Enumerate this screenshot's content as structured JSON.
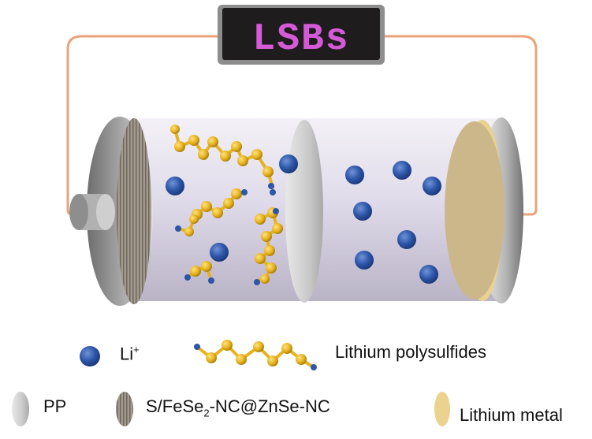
{
  "display": {
    "text": "LSBs",
    "text_color": "#d55ad8",
    "bg_color": "#1e1c1c"
  },
  "legend": {
    "li_prefix": "Li",
    "li_charge": "+",
    "polysulfides": "Lithium polysulfides",
    "pp": "PP",
    "cathode_a": "S/FeSe",
    "cathode_sub": "2",
    "cathode_b": "-NC@ZnSe-NC",
    "lithium_metal": "Lithium metal"
  },
  "colors": {
    "wire": "#eaa37a",
    "li_ion": "#2d56a8",
    "sulfur": "#e6b21f",
    "lithium": "#ebd28e",
    "separator": "#cfcfd0",
    "casing": "#dcd8e6"
  },
  "icons": [
    "li-ion-icon",
    "polysulfide-chain-icon",
    "separator-icon",
    "cathode-disc-icon",
    "lithium-disc-icon"
  ]
}
